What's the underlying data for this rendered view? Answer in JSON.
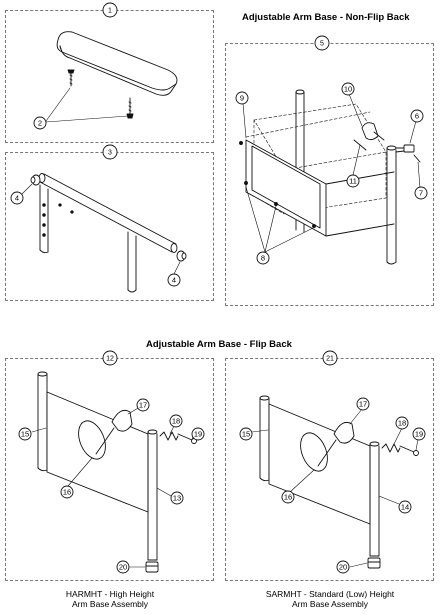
{
  "headings": {
    "non_flip": "Adjustable Arm Base - Non-Flip Back",
    "flip": "Adjustable Arm Base - Flip Back"
  },
  "panels": {
    "p1": "1",
    "p3": "3",
    "p5": "5",
    "p12": "12",
    "p21": "21"
  },
  "callouts": {
    "p1_2": "2",
    "p3_4a": "4",
    "p3_4b": "4",
    "p5_6": "6",
    "p5_7": "7",
    "p5_8": "8",
    "p5_9": "9",
    "p5_10": "10",
    "p5_11": "11",
    "p12_13": "13",
    "p12_15": "15",
    "p12_16": "16",
    "p12_17": "17",
    "p12_18": "18",
    "p12_19": "19",
    "p12_20": "20",
    "p21_14": "14",
    "p21_15": "15",
    "p21_16": "16",
    "p21_17": "17",
    "p21_18": "18",
    "p21_19": "19",
    "p21_20": "20"
  },
  "captions": {
    "harmht_line1": "HARMHT - High Height",
    "harmht_line2": "Arm Base Assembly",
    "sarmht_line1": "SARMHT - Standard (Low) Height",
    "sarmht_line2": "Arm Base Assembly"
  }
}
